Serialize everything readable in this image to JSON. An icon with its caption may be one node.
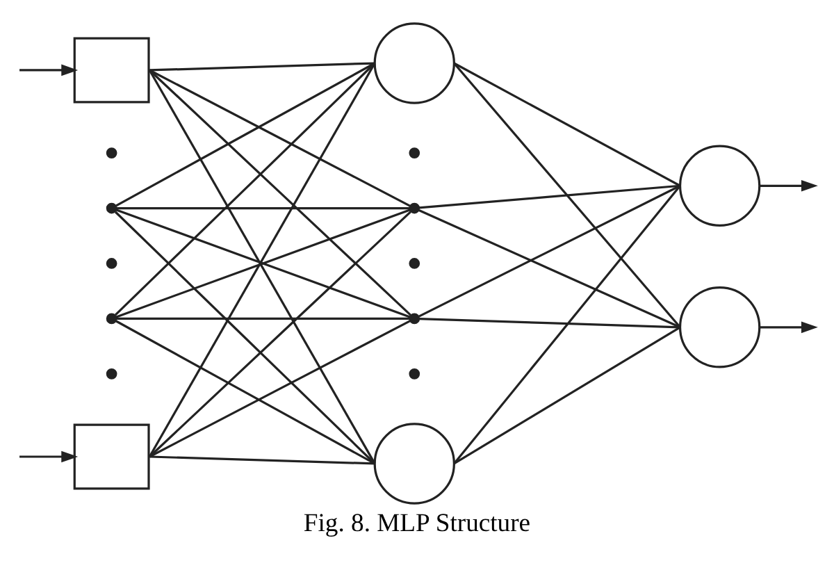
{
  "diagram": {
    "caption": "Fig. 8. MLP Structure",
    "nodes": [
      {
        "text": [],
        "shape": "box"
      },
      {
        "text": [],
        "shape": "dot"
      },
      {
        "text": [],
        "shape": "dot"
      },
      {
        "text": [],
        "shape": "box"
      },
      {
        "text": [],
        "shape": "circle"
      },
      {
        "text": [],
        "shape": "dot"
      },
      {
        "text": [],
        "shape": "dot"
      },
      {
        "text": [],
        "shape": "circle"
      },
      {
        "text": [],
        "shape": "circle"
      },
      {
        "text": [],
        "shape": "circle"
      }
    ],
    "edges": [
      {
        "from": null,
        "to": 0,
        "arrow": "to"
      },
      {
        "from": null,
        "to": 3,
        "arrow": "to"
      },
      {
        "from": 0,
        "to": 4,
        "arrow": "none"
      },
      {
        "from": 0,
        "to": 5,
        "arrow": "none"
      },
      {
        "from": 0,
        "to": 6,
        "arrow": "none"
      },
      {
        "from": 0,
        "to": 7,
        "arrow": "none"
      },
      {
        "from": 1,
        "to": 4,
        "arrow": "none"
      },
      {
        "from": 1,
        "to": 5,
        "arrow": "none"
      },
      {
        "from": 1,
        "to": 6,
        "arrow": "none"
      },
      {
        "from": 1,
        "to": 7,
        "arrow": "none"
      },
      {
        "from": 2,
        "to": 4,
        "arrow": "none"
      },
      {
        "from": 2,
        "to": 5,
        "arrow": "none"
      },
      {
        "from": 2,
        "to": 6,
        "arrow": "none"
      },
      {
        "from": 2,
        "to": 7,
        "arrow": "none"
      },
      {
        "from": 3,
        "to": 4,
        "arrow": "none"
      },
      {
        "from": 3,
        "to": 5,
        "arrow": "none"
      },
      {
        "from": 3,
        "to": 6,
        "arrow": "none"
      },
      {
        "from": 3,
        "to": 7,
        "arrow": "none"
      },
      {
        "from": 4,
        "to": 8,
        "arrow": "none"
      },
      {
        "from": 4,
        "to": 9,
        "arrow": "none"
      },
      {
        "from": 5,
        "to": 8,
        "arrow": "none"
      },
      {
        "from": 5,
        "to": 9,
        "arrow": "none"
      },
      {
        "from": 6,
        "to": 8,
        "arrow": "none"
      },
      {
        "from": 6,
        "to": 9,
        "arrow": "none"
      },
      {
        "from": 7,
        "to": 8,
        "arrow": "none"
      },
      {
        "from": 7,
        "to": 9,
        "arrow": "none"
      },
      {
        "from": 8,
        "to": null,
        "arrow": "to"
      },
      {
        "from": 9,
        "to": null,
        "arrow": "to"
      }
    ]
  }
}
